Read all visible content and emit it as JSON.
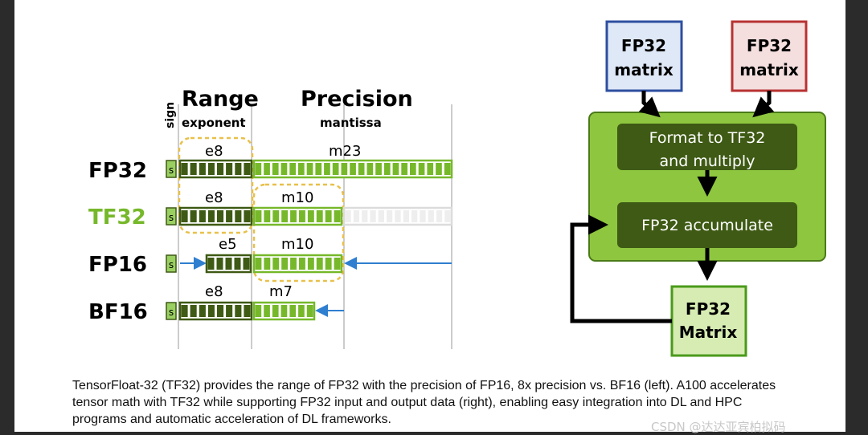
{
  "left_diagram": {
    "sign_label": "sign",
    "range_title": "Range",
    "range_subtitle": "exponent",
    "precision_title": "Precision",
    "precision_subtitle": "mantissa",
    "rows": [
      {
        "name": "FP32",
        "exp_label": "e8",
        "man_label": "m23",
        "color": "#000000"
      },
      {
        "name": "TF32",
        "exp_label": "e8",
        "man_label": "m10",
        "color": "#76b82a"
      },
      {
        "name": "FP16",
        "exp_label": "e5",
        "man_label": "m10",
        "color": "#000000"
      },
      {
        "name": "BF16",
        "exp_label": "e8",
        "man_label": "m7",
        "color": "#000000"
      }
    ],
    "sign_bit": "s"
  },
  "right_diagram": {
    "input_a": "FP32\nmatrix",
    "input_b": "FP32\nmatrix",
    "format_step": "Format to TF32\nand multiply",
    "accumulate_step": "FP32 accumulate",
    "output": "FP32\nMatrix"
  },
  "caption": "TensorFloat-32 (TF32) provides the range of FP32 with the precision of FP16, 8x precision vs. BF16 (left). A100 accelerates tensor math with TF32 while supporting FP32 input and output data (right), enabling easy integration into DL and HPC programs and automatic acceleration of DL frameworks.",
  "watermark": "CSDN @达达亚宾柏拟码",
  "colors": {
    "nvidia_green": "#76b82a",
    "dark_green": "#3e5a14",
    "light_green": "#8ec63f",
    "blue_input": "#2d4fa0",
    "red_input": "#b83232",
    "highlight": "#e8c04a"
  }
}
